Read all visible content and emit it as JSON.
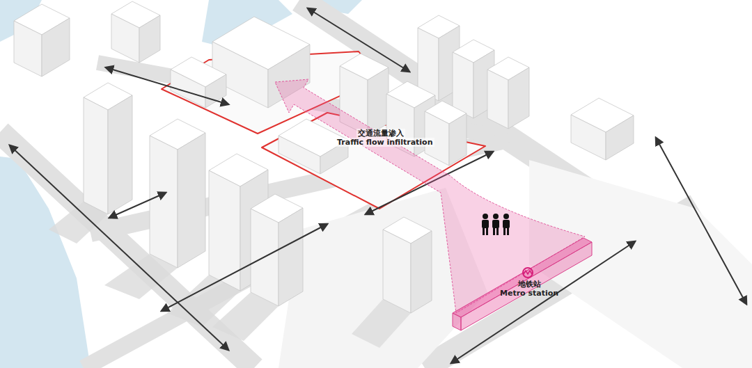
{
  "diagram": {
    "nodes": [
      {
        "text": [
          "地铁站",
          "Metro station"
        ]
      }
    ],
    "labels": [
      "交通流量渗入",
      "Traffic flow infiltration"
    ]
  }
}
